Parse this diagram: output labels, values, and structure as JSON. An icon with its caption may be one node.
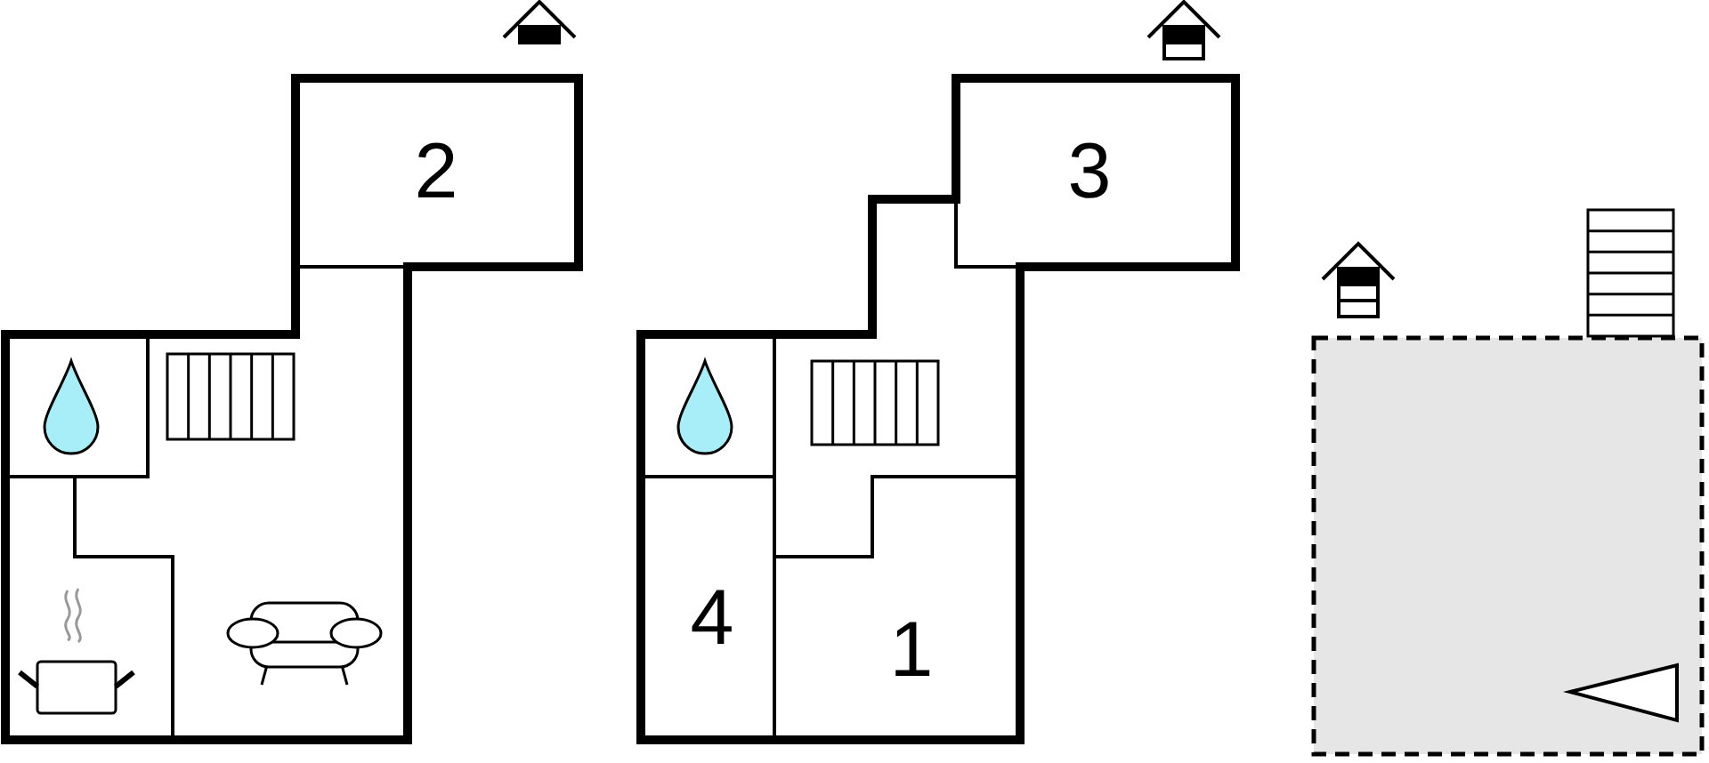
{
  "diagram": {
    "labels": [
      "2",
      "3",
      "4",
      "1"
    ]
  }
}
